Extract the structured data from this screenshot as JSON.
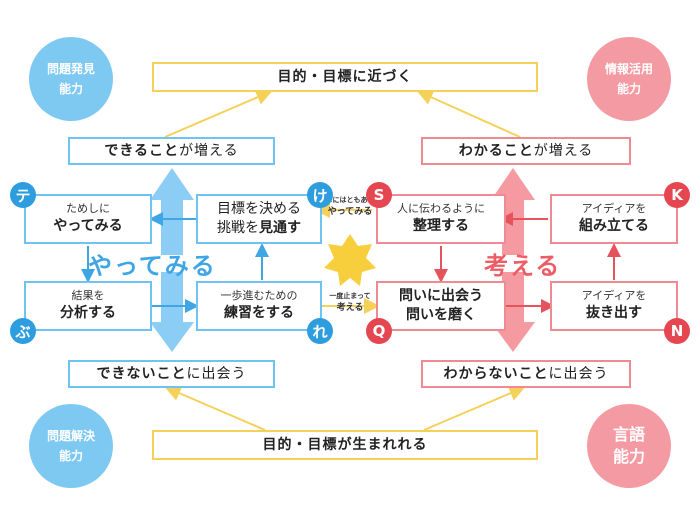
{
  "skills": {
    "top_left": [
      "問題発見",
      "能力"
    ],
    "top_right": [
      "情報活用",
      "能力"
    ],
    "bottom_left": [
      "問題解決",
      "能力"
    ],
    "bottom_right": [
      "言語",
      "能力"
    ]
  },
  "goals": {
    "top": "目的・目標に近づく",
    "bottom": "目的・目標が生まれれる"
  },
  "left": {
    "increase": [
      "できること",
      "が増える"
    ],
    "encounter": [
      "できないこと",
      "に出会う"
    ],
    "try_small": "ためしに",
    "try_big": "やってみる",
    "goal_small": "目標を決める",
    "goal_line2a": "挑戦を",
    "goal_line2b": "見通す",
    "result_small": "結果を",
    "result_big": "分析する",
    "step_small": "一歩進むための",
    "step_big": "練習をする",
    "center_word": "やってみる",
    "badges": {
      "te": "テ",
      "ke": "け",
      "bu": "ぶ",
      "re": "れ"
    }
  },
  "right": {
    "increase": [
      "わかること",
      "が増える"
    ],
    "encounter": [
      "わからないこと",
      "に出会う"
    ],
    "convey_small": "人に伝わるように",
    "convey_big": "整理する",
    "idea_build_small": "アイディアを",
    "idea_build_big": "組み立てる",
    "question_line1": "問いに出会う",
    "question_line2": "問いを磨く",
    "idea_extract_small": "アイディアを",
    "idea_extract_big": "抜き出す",
    "center_word": "考える",
    "badges": {
      "s": "S",
      "k": "K",
      "q": "Q",
      "n": "N"
    }
  },
  "center": {
    "top_small": "なにはともあれ",
    "top_big": "やってみる",
    "bottom_small": "一度止まって",
    "bottom_big": "考える"
  },
  "colors": {
    "yellow": "#f5d15a",
    "blue": "#6ec3f2",
    "blue_dark": "#2e9ddf",
    "red": "#f08a92",
    "red_dark": "#e54750",
    "star": "#f7cf3c"
  }
}
